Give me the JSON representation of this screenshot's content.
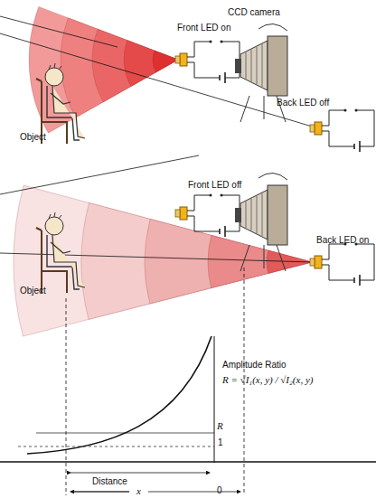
{
  "diagram": {
    "labels": [
      "Front LED on",
      "CCD camera",
      "Back LED off",
      "Object",
      "Front LED off",
      "Back LED on",
      "Object",
      "Amplitude Ratio",
      "R = √I₁(x, y) / √I₂(x, y)",
      "R",
      "1",
      "Distance",
      "x",
      "0"
    ]
  }
}
